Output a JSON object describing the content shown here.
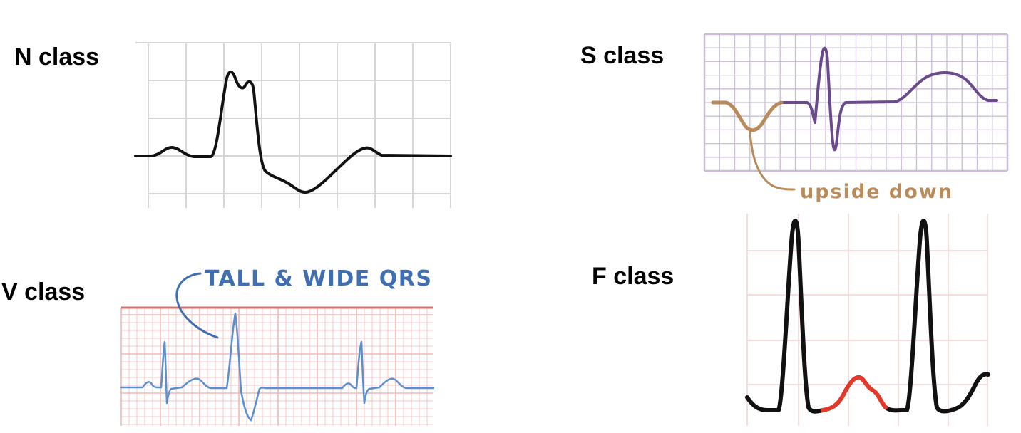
{
  "panels": {
    "n": {
      "label": "N class",
      "trace_color": "#111111",
      "grid_color": "#d6d6d6"
    },
    "s": {
      "label": "S class",
      "trace_color": "#6b4a8c",
      "highlight_color": "#b98a5a",
      "grid_color": "#cbbcdc",
      "annotation": "upside down"
    },
    "v": {
      "label": "V class",
      "trace_color": "#5b8fd0",
      "grid_color": "#f2b9b9",
      "baseline_color": "#e06b6b",
      "annotation": "TALL & WIDE QRS",
      "annotation_color": "#3f6fb2"
    },
    "f": {
      "label": "F class",
      "trace_color": "#111111",
      "highlight_color": "#e23a2a",
      "grid_color": "#f3d4d4"
    }
  }
}
